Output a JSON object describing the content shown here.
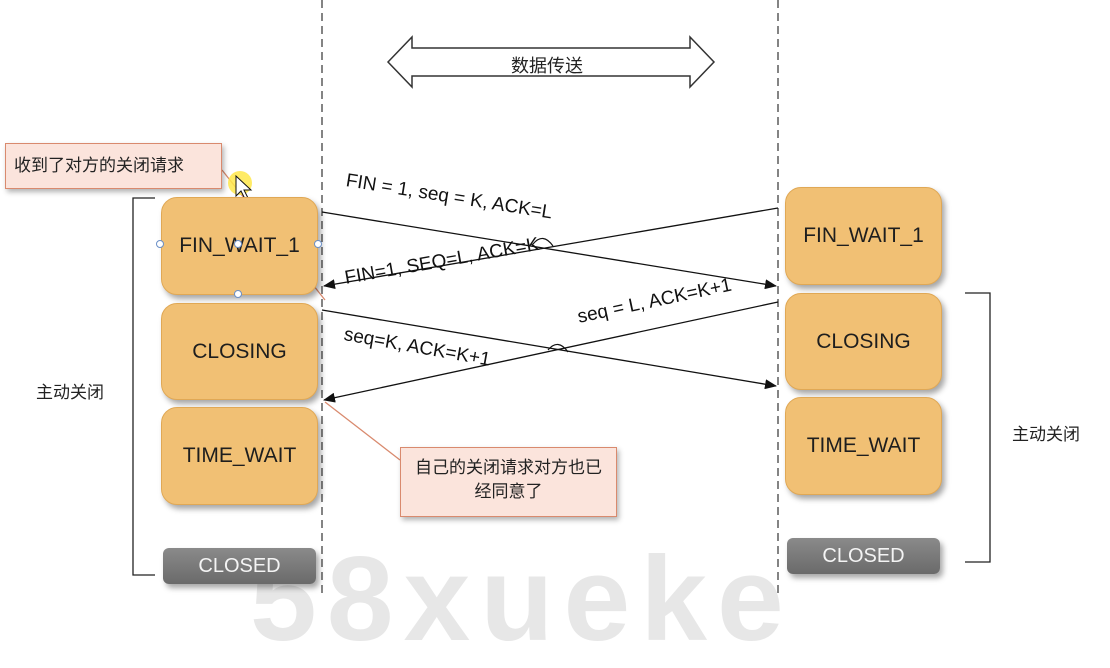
{
  "data_transfer_label": "数据传送",
  "left_callout_top": "收到了对方的关闭请求",
  "left_callout_bottom": "自己的关闭请求对方也已经同意了",
  "left_side_label": "主动关闭",
  "right_side_label": "主动关闭",
  "left_states": [
    "FIN_WAIT_1",
    "CLOSING",
    "TIME_WAIT"
  ],
  "left_closed": "CLOSED",
  "right_states": [
    "FIN_WAIT_1",
    "CLOSING",
    "TIME_WAIT"
  ],
  "right_closed": "CLOSED",
  "messages": {
    "m1": "FIN = 1, seq = K,  ACK=L",
    "m2": "FIN=1, SEQ=L, ACK=K",
    "m3": "seq = L, ACK=K+1",
    "m4": "seq=K, ACK=K+1"
  },
  "watermark": "58xueke"
}
